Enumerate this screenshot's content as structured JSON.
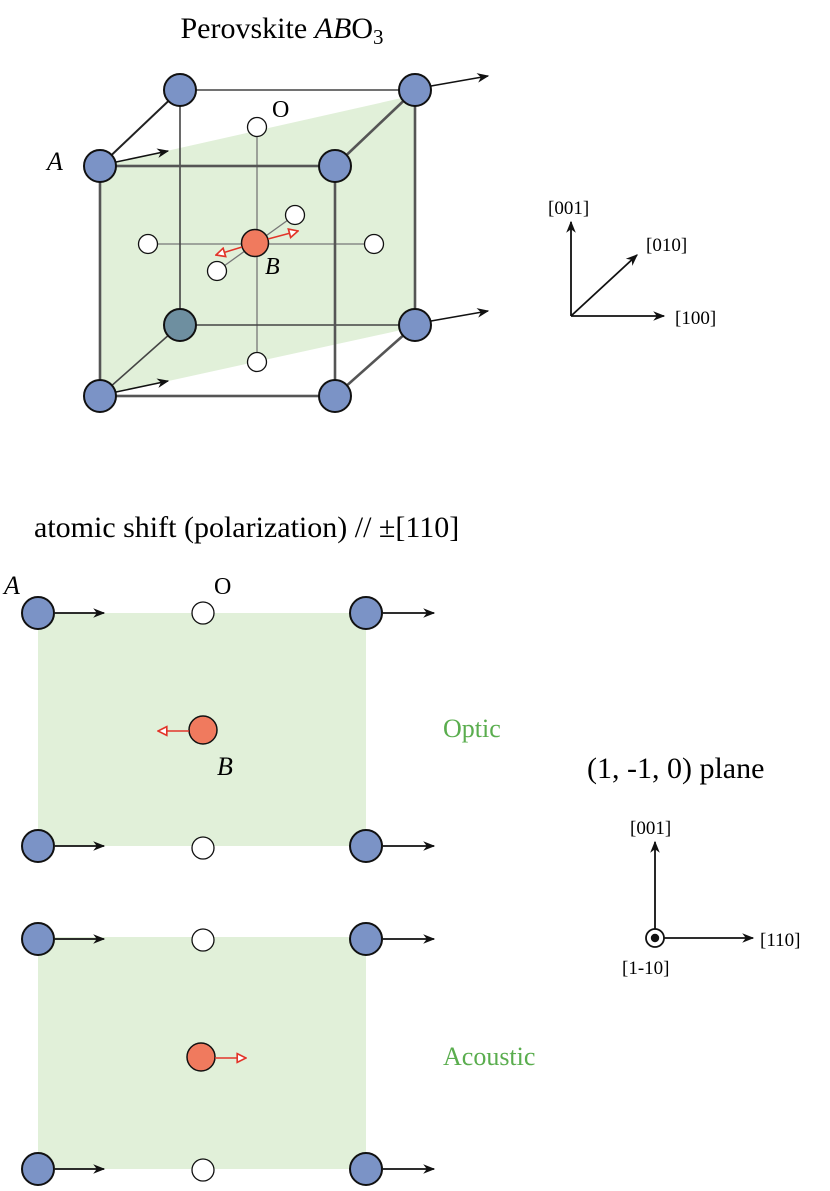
{
  "title": {
    "main": "Perovskite ",
    "formula_italic": "AB",
    "formula_rest": "O",
    "formula_sub": "3"
  },
  "labels": {
    "atom_a": "A",
    "atom_b": "B",
    "atom_o": "O",
    "section_caption": "atomic shift (polarization) // ±[110]",
    "plane": "(1, -1, 0) plane",
    "optic": "Optic",
    "acoustic": "Acoustic"
  },
  "axes_top": {
    "z": "[001]",
    "y": "[010]",
    "x": "[100]"
  },
  "axes_bottom": {
    "z": "[001]",
    "x": "[110]",
    "out_of_plane": "[1-10]"
  },
  "colors": {
    "atom_a": "#7b93c6",
    "atom_a_back": "#6e8fa0",
    "atom_b": "#f07a5e",
    "oxygen": "#ffffff",
    "plane_fill": "#e1f0d9",
    "mode_label": "#5aad4e",
    "b_arrow": "#e2352a"
  }
}
